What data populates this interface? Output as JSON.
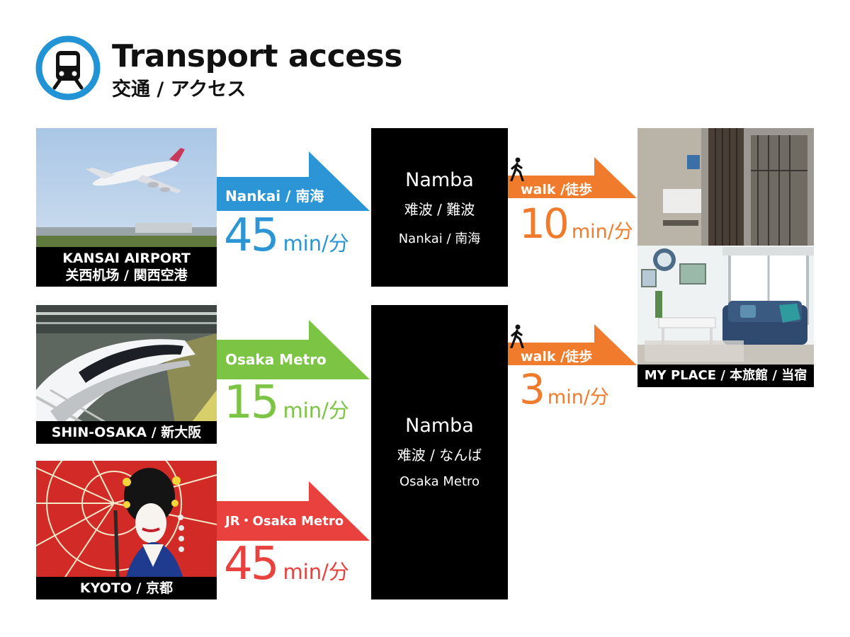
{
  "header": {
    "title": "Transport access",
    "subtitle": "交通 / アクセス",
    "icon": "train-icon",
    "accent_color": "#2293d4"
  },
  "origins": [
    {
      "caption_line1": "KANSAI AIRPORT",
      "caption_line2": "关西机场 / 関西空港",
      "photo": "airplane-photo"
    },
    {
      "caption_line1": "SHIN-OSAKA / 新大阪",
      "photo": "shinkansen-photo"
    },
    {
      "caption_line1": "KYOTO / 京都",
      "photo": "geisha-photo"
    }
  ],
  "routes": [
    {
      "line": "Nankai / 南海",
      "time": "45",
      "unit": "min/分",
      "color": "#2b95d6"
    },
    {
      "line": "Osaka Metro",
      "time": "15",
      "unit": "min/分",
      "color": "#7cc443"
    },
    {
      "line": "JR・Osaka Metro",
      "time": "45",
      "unit": "min/分",
      "color": "#e8413e"
    }
  ],
  "stations": [
    {
      "name": "Namba",
      "name_ja": "难波 / 難波",
      "line": "Nankai / 南海"
    },
    {
      "name": "Namba",
      "name_ja": "难波 / なんば",
      "line": "Osaka Metro"
    }
  ],
  "walks": [
    {
      "label": "walk /徒歩",
      "time": "10",
      "unit": "min/分",
      "color": "#f07b2c"
    },
    {
      "label": "walk /徒歩",
      "time": "3",
      "unit": "min/分",
      "color": "#f07b2c"
    }
  ],
  "destination": {
    "caption": "MY PLACE / 本旅館 / 当宿",
    "photo": "guesthouse-photo"
  }
}
